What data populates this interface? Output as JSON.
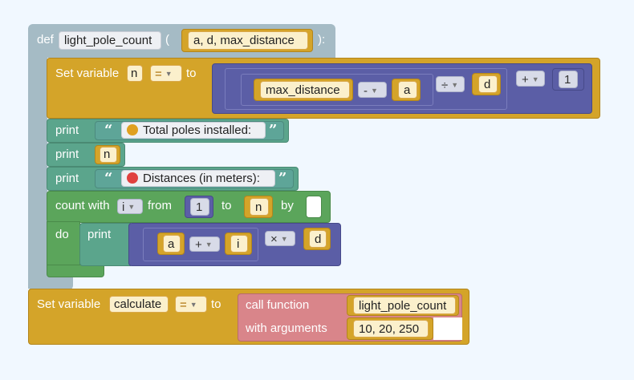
{
  "def_block": {
    "keyword": "def",
    "function_name": "light_pole_count",
    "open_paren": "(",
    "params": "a, d, max_distance",
    "close_paren": "):"
  },
  "set_n": {
    "label": "Set variable",
    "var": "n",
    "op": "=",
    "to": "to",
    "expr": {
      "term1": "max_distance",
      "op1": "-",
      "term2": "a",
      "op2": "÷",
      "term3": "d",
      "op3": "+",
      "term4": "1"
    }
  },
  "print1": {
    "label": "print",
    "open_q": "“",
    "text": "Total poles installed:",
    "close_q": "”",
    "emoji_color": "#e0a020"
  },
  "print2": {
    "label": "print",
    "var": "n"
  },
  "print3": {
    "label": "print",
    "open_q": "“",
    "text": "Distances (in meters):",
    "close_q": "”",
    "emoji_color": "#e0413f"
  },
  "count_with": {
    "label": "count with",
    "var": "i",
    "from": "from",
    "from_val": "1",
    "to": "to",
    "to_val": "n",
    "by": "by",
    "do": "do"
  },
  "inner_print": {
    "label": "print",
    "term1": "a",
    "op1": "+",
    "term2": "i",
    "op2": "×",
    "term3": "d"
  },
  "set_calc": {
    "label": "Set variable",
    "var": "calculate",
    "op": "=",
    "to": "to",
    "call_label": "call function",
    "call_name": "light_pole_count",
    "args_label": "with arguments",
    "args": "10, 20, 250"
  },
  "colors": {
    "background": "#f1f8ff",
    "function_def": "#a5bbc5",
    "variables": "#d4a429",
    "math": "#5b5ea6",
    "print": "#5ba58c",
    "loop": "#5ba55b",
    "call": "#d9858a"
  }
}
